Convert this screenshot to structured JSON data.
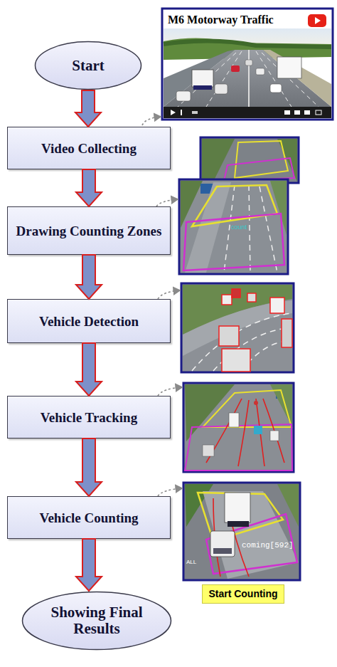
{
  "diagram": {
    "nodes": [
      {
        "text": [
          "Start"
        ]
      },
      {
        "text": [
          "Video Collecting"
        ]
      },
      {
        "text": [
          "Drawing Counting Zones"
        ]
      },
      {
        "text": [
          "Vehicle Detection"
        ]
      },
      {
        "text": [
          "Vehicle Tracking"
        ]
      },
      {
        "text": [
          "Vehicle Counting"
        ]
      },
      {
        "text": [
          "Showing Final Results"
        ]
      },
      {
        "text": [
          "Start Counting"
        ]
      }
    ],
    "edges": [
      {
        "from": 0,
        "to": 1,
        "arrow": "to"
      },
      {
        "from": 1,
        "to": 2,
        "arrow": "to"
      },
      {
        "from": 2,
        "to": 3,
        "arrow": "to"
      },
      {
        "from": 3,
        "to": 4,
        "arrow": "to"
      },
      {
        "from": 4,
        "to": 5,
        "arrow": "to"
      },
      {
        "from": 5,
        "to": 6,
        "arrow": "to"
      }
    ],
    "labels": [
      "M6 Motorway Traffic",
      "coming[592]"
    ]
  }
}
